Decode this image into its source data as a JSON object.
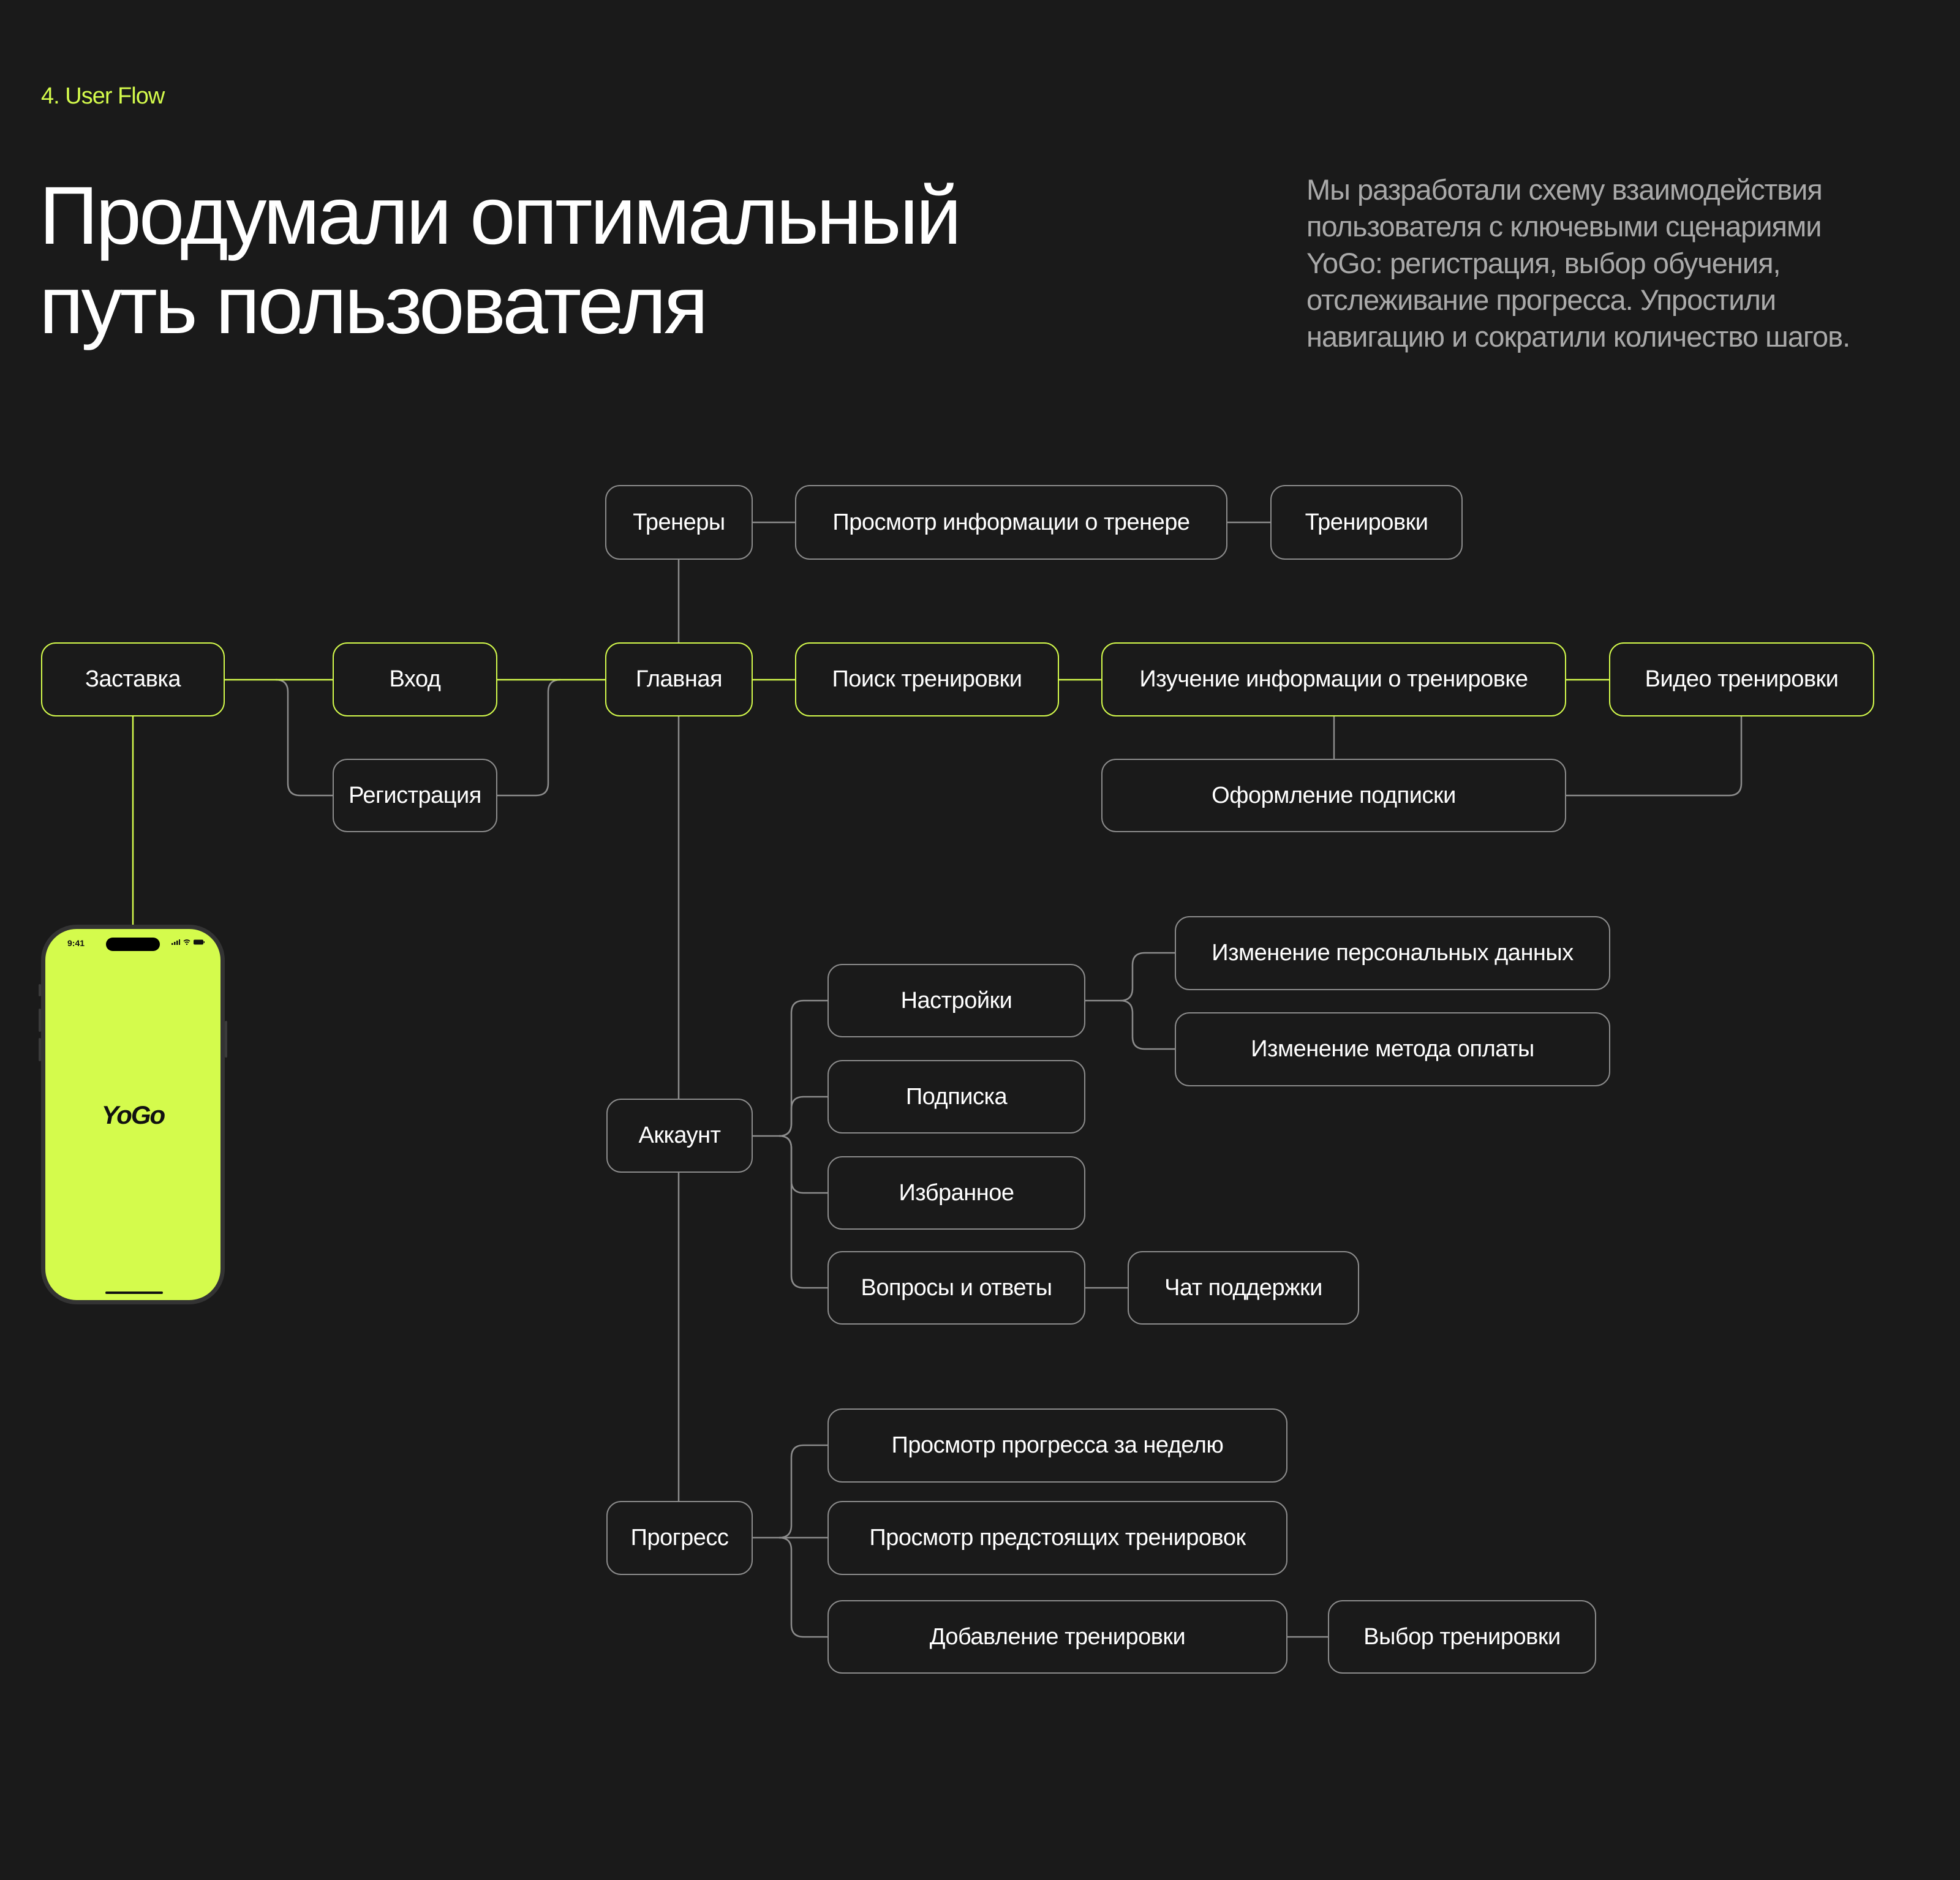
{
  "header": {
    "eyebrow": "4. User Flow",
    "title_lines": [
      "Продумали оптимальный",
      "путь пользователя"
    ],
    "description_lines": [
      "Мы разработали схему взаимодействия",
      "пользователя с ключевыми сценариями",
      "YoGo: регистрация, выбор обучения,",
      "отслеживание прогресса. Упростили",
      "навигацию и сократили количество шагов."
    ]
  },
  "colors": {
    "background": "#1a1a1a",
    "accent": "#d4fb4c",
    "node_border": "#8c8c8c",
    "description": "#a9a9a9"
  },
  "phone": {
    "time": "9:41",
    "logo": "YoGo"
  },
  "nodes": {
    "trainers": "Тренеры",
    "trainer_info": "Просмотр информации о тренере",
    "trainer_workouts": "Тренировки",
    "splash": "Заставка",
    "login": "Вход",
    "home": "Главная",
    "search": "Поиск тренировки",
    "workout_info": "Изучение информации о тренировке",
    "workout_video": "Видео тренировки",
    "registration": "Регистрация",
    "subscribe": "Оформление подписки",
    "personal_data": "Изменение персональных данных",
    "settings": "Настройки",
    "payment_method": "Изменение метода оплаты",
    "subscription": "Подписка",
    "account": "Аккаунт",
    "favorites": "Избранное",
    "faq": "Вопросы и ответы",
    "support_chat": "Чат поддержки",
    "weekly_progress": "Просмотр прогресса за неделю",
    "progress": "Прогресс",
    "upcoming": "Просмотр предстоящих тренировок",
    "add_workout": "Добавление тренировки",
    "choose_workout": "Выбор тренировки"
  }
}
